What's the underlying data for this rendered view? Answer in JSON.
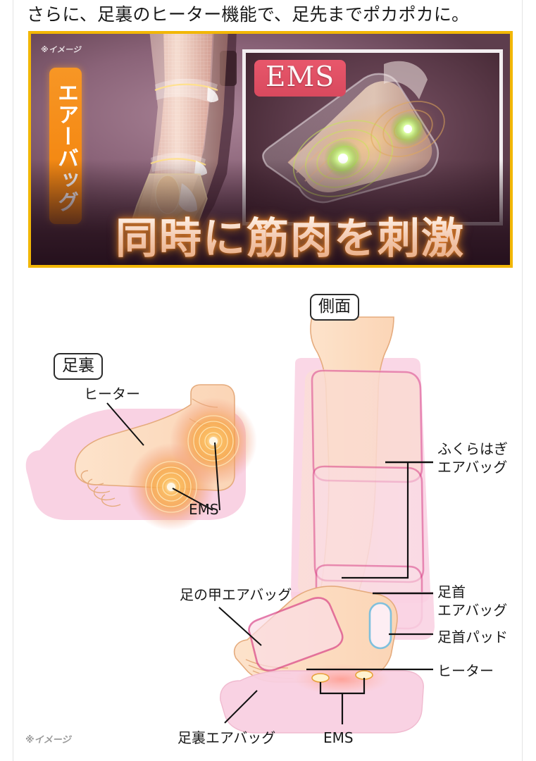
{
  "page": {
    "headline": "さらに、足裏のヒーター機能で、足先までポカポカに。"
  },
  "banner": {
    "image_note": "※イメージ",
    "airbag_tag": "エアーバッグ",
    "ems_chip": "EMS",
    "slogan": "同時に筋肉を刺激",
    "colors": {
      "border": "#f2b705",
      "tag_bg": "#f58b16",
      "chip_bg": "#d8495e",
      "slogan_glow": "#d9721f",
      "background": "#6d4b5c"
    }
  },
  "diagram": {
    "view_sole_label": "足裏",
    "view_side_label": "側面",
    "image_note": "※イメージ",
    "labels": {
      "heater_sole": "ヒーター",
      "ems_sole": "EMS",
      "calf_airbag": "ふくらはぎ\nエアバッグ",
      "ankle_airbag": "足首\nエアバッグ",
      "ankle_pad": "足首パッド",
      "heater_side": "ヒーター",
      "instep_airbag": "足の甲エアバッグ",
      "sole_airbag": "足裏エアバッグ",
      "ems_side": "EMS"
    },
    "colors": {
      "skin": "#fbdcc2",
      "skin_line": "#e0a878",
      "pad_pink": "#f9d4e0",
      "pad_line": "#d9458a",
      "heat_orange": "#f5a23c",
      "ankle_pad_line": "#7fc0dd",
      "leader_line": "#111111"
    }
  }
}
